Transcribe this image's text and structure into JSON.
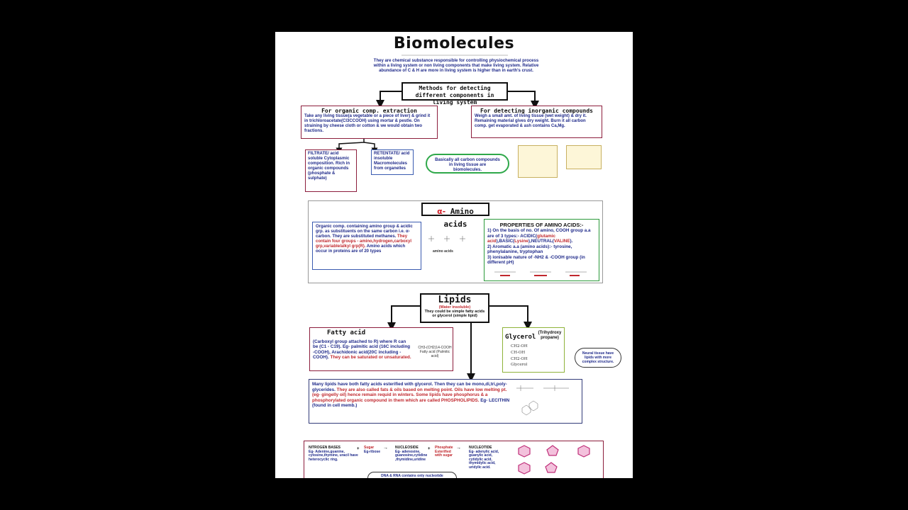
{
  "title": "Biomolecules",
  "intro": "They are chemical substance responsible for controlling physiochemical process within a living system or non living components that make living system. Relative abundance of C & H are more in living system is higher than in earth's crust.",
  "methods": {
    "heading": "Methods for detecting different components in living system",
    "organic_title": "For organic comp. extraction",
    "organic_text": "Take any living tissue(a vegetable or a piece of liver) & grind it in trichloroacetate(Cl3CCOOH) using mortar & pestle. On straining by cheese cloth or cotton & we would obtain two fractions.",
    "inorganic_title": "For detecting inorganic compounds",
    "inorganic_text": "Weigh a small amt. of living tissue (wet weight) & dry it. Remaining material gives dry weight. Burn it all carbon comp. get evaporated & ash contains Ca,Mg.",
    "filtrate": "FILTRATE/ acid soluble Cytoplasmic composition. Rich in organic compounds (phosphate & sulphate)",
    "retentate": "RETENTATE/ acid insoluble Macromolecules from organelles",
    "cloud": "Basically all carbon compounds in living tissue are biomolecules."
  },
  "amino": {
    "heading_alpha": "α-",
    "heading_text": " Amino acids",
    "left_text_a": "Organic comp. containing amino group & acidic grp. as substituents on the same carbon i.e. α-carbon. They are substituted methanes. ",
    "left_text_red": "They contain four groups - amino,hydrogen,carboxyl grp,variable/alkyl grp(R).",
    "left_text_b": " Amino acids which occur in proteins are of 20 types",
    "structure_caption": "amino acids",
    "props_title": "PROPERTIES OF AMINO ACIDS:-",
    "props_1": "1) On the basis of no. Of amino, COOH group a.a are of 3 types:- ACIDIC(",
    "props_1r": "glutamic acid",
    "props_1b": "),BASIC(",
    "props_1c": "Lysine",
    "props_1d": "),NEUTRAL(",
    "props_1e": "VALINE",
    "props_1f": ").",
    "props_2": "2) Aromatic a.a (amino acids):- tyrosine, phenylalanine, tryptophan",
    "props_3": "3) ionisable nature of -NH2 & -COOH group (in different pH)"
  },
  "lipids": {
    "heading": "Lipids",
    "sub_red": "(Water insoluble)",
    "sub_text": "They could be simple fatty acids or glycerol (simple lipid)",
    "fatty_title": "Fatty acid",
    "fatty_text": "(Carboxyl group attached to R) where R can be (C1 - C19). Eg- palmitic acid (16C including -COOH), Arachidonic acid(20C including -COOH).",
    "fatty_red": "They can be saturated or unsaturated.",
    "fatty_formula": "CH3-(CH2)14-COOH",
    "fatty_caption": "Fatty acid (Palmitic acid)",
    "glycerol_title": "Glycerol",
    "glycerol_sub": "(Trihydroxy propane)",
    "glycerol_formula": "CH2-OH CH-OH CH2-OH",
    "glycerol_caption": "Glycerol",
    "neural_cloud": "Neural tissue have lipids with more complex structure.",
    "ester_text": "Many lipids have both fatty acids esterified with glycerol. Then they can be mono,di,tri,poly-glycerides.",
    "ester_red": "They are also called fats & oils based on melting point. Oils have low melting pt. (eg- gingelly oil) hence remain requid in winters. Some lipids have phosphorus & a phosphorylated organic compound in them which are called PHOSPHOLIPIDS.",
    "ester_end": "Eg- LECITHIN (found in cell memb.)"
  },
  "nucleic": {
    "nb_title": "NITROGEN BASES",
    "nb_text": "Eg- Adenine,guanine, cytosine,thymine, uracil have heterocyclic ring.",
    "plus": "+",
    "sugar_title": "Sugar",
    "sugar_text": "Eg-ribose",
    "arrow": "→",
    "nucleoside_title": "NUCLEOSIDE",
    "nucleoside_text": "Eg- adenosine, guanosine,cytidine ,thymidine,uridine",
    "phosphate_title": "Phosphate",
    "phosphate_text": "Esterified with sugar",
    "nucleotide_title": "NUCLEOTIDE",
    "nucleotide_text": "Eg- adenylic acid, guanylic acid, cytidylic acid, thymidylic acid, uridylic acid.",
    "dna_cloud": "DNA & RNA contains only nucleotide"
  },
  "colors": {
    "red": "#b4233a",
    "navy": "#1f2a8a",
    "green": "#2fa84a"
  }
}
